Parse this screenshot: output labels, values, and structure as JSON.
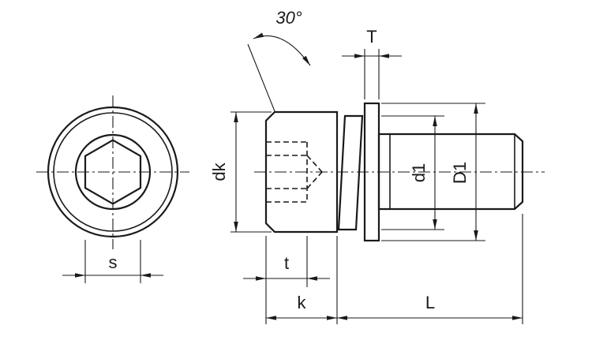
{
  "colors": {
    "ink": "#1a1a1a",
    "paper": "#ffffff"
  },
  "labels": {
    "angle": "30°",
    "T": "T",
    "dk": "dk",
    "d1": "d1",
    "D1": "D1",
    "s": "s",
    "t": "t",
    "k": "k",
    "L": "L"
  }
}
